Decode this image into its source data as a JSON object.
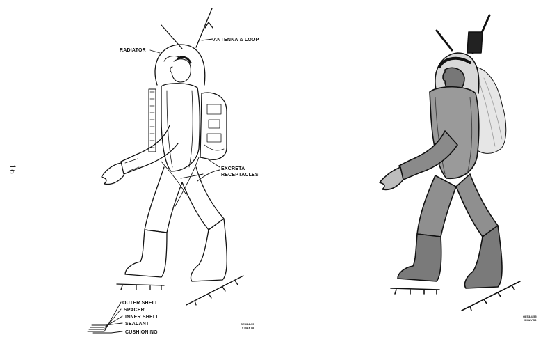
{
  "page_number": "16",
  "left_figure": {
    "labels": {
      "radiator": "RADIATOR",
      "antenna": "ANTENNA & LOOP",
      "excreta_1": "EXCRETA",
      "excreta_2": "RECEPTACLES"
    },
    "layers": [
      "OUTER SHELL",
      "SPACER",
      "INNER SHELL",
      "SEALANT",
      "CUSHIONING"
    ],
    "figure_id_1": "GE53-2-55",
    "figure_id_2": "9 MAY 58"
  },
  "right_figure": {
    "figure_id_1": "GE53-4-55",
    "figure_id_2": "9 MAY 58"
  },
  "colors": {
    "ink": "#111111",
    "shade": "#555555",
    "paper": "#ffffff"
  }
}
